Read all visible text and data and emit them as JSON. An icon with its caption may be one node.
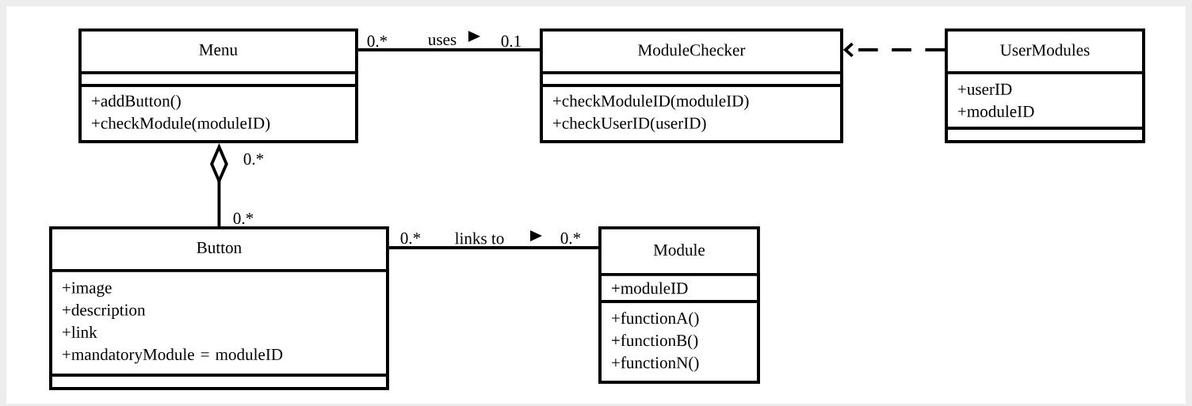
{
  "diagram": {
    "nodes": [
      {
        "text": [
          "Menu"
        ]
      },
      {
        "text": [],
        "shape": "box",
        "in": 0
      },
      {
        "text": [
          "+addButton()",
          "+checkModule(moduleID)"
        ],
        "in": 0
      },
      {
        "text": [
          "ModuleChecker"
        ]
      },
      {
        "text": [],
        "shape": "box",
        "in": 3
      },
      {
        "text": [
          "+checkModuleID(moduleID)",
          "+checkUserID(userID)"
        ],
        "in": 3
      },
      {
        "text": [
          "UserModules"
        ]
      },
      {
        "text": [
          "+userID",
          "+moduleID"
        ],
        "in": 6
      },
      {
        "text": [],
        "shape": "box",
        "in": 6
      },
      {
        "text": [
          "Button"
        ]
      },
      {
        "text": [
          "+image",
          "+description",
          "+link",
          "+mandatoryModule = moduleID"
        ],
        "in": 9
      },
      {
        "text": [],
        "shape": "box",
        "in": 9
      },
      {
        "text": [
          "Module"
        ]
      },
      {
        "text": [
          "+moduleID"
        ],
        "in": 12
      },
      {
        "text": [
          "+functionA()",
          "+functionB()",
          "+functionN()"
        ],
        "in": 12
      }
    ],
    "edges": [
      {
        "from": 0,
        "to": 3,
        "arrow": "none",
        "label": "uses"
      },
      {
        "from": 6,
        "to": 3,
        "arrow": "to",
        "style": "dashed"
      },
      {
        "from": 9,
        "to": 0,
        "arrow": "other"
      },
      {
        "from": 9,
        "to": 12,
        "arrow": "none",
        "label": "links to"
      }
    ],
    "labels": [
      "0.*",
      "0.1",
      "0.*",
      "0.*",
      "0.*",
      "0.*"
    ]
  }
}
